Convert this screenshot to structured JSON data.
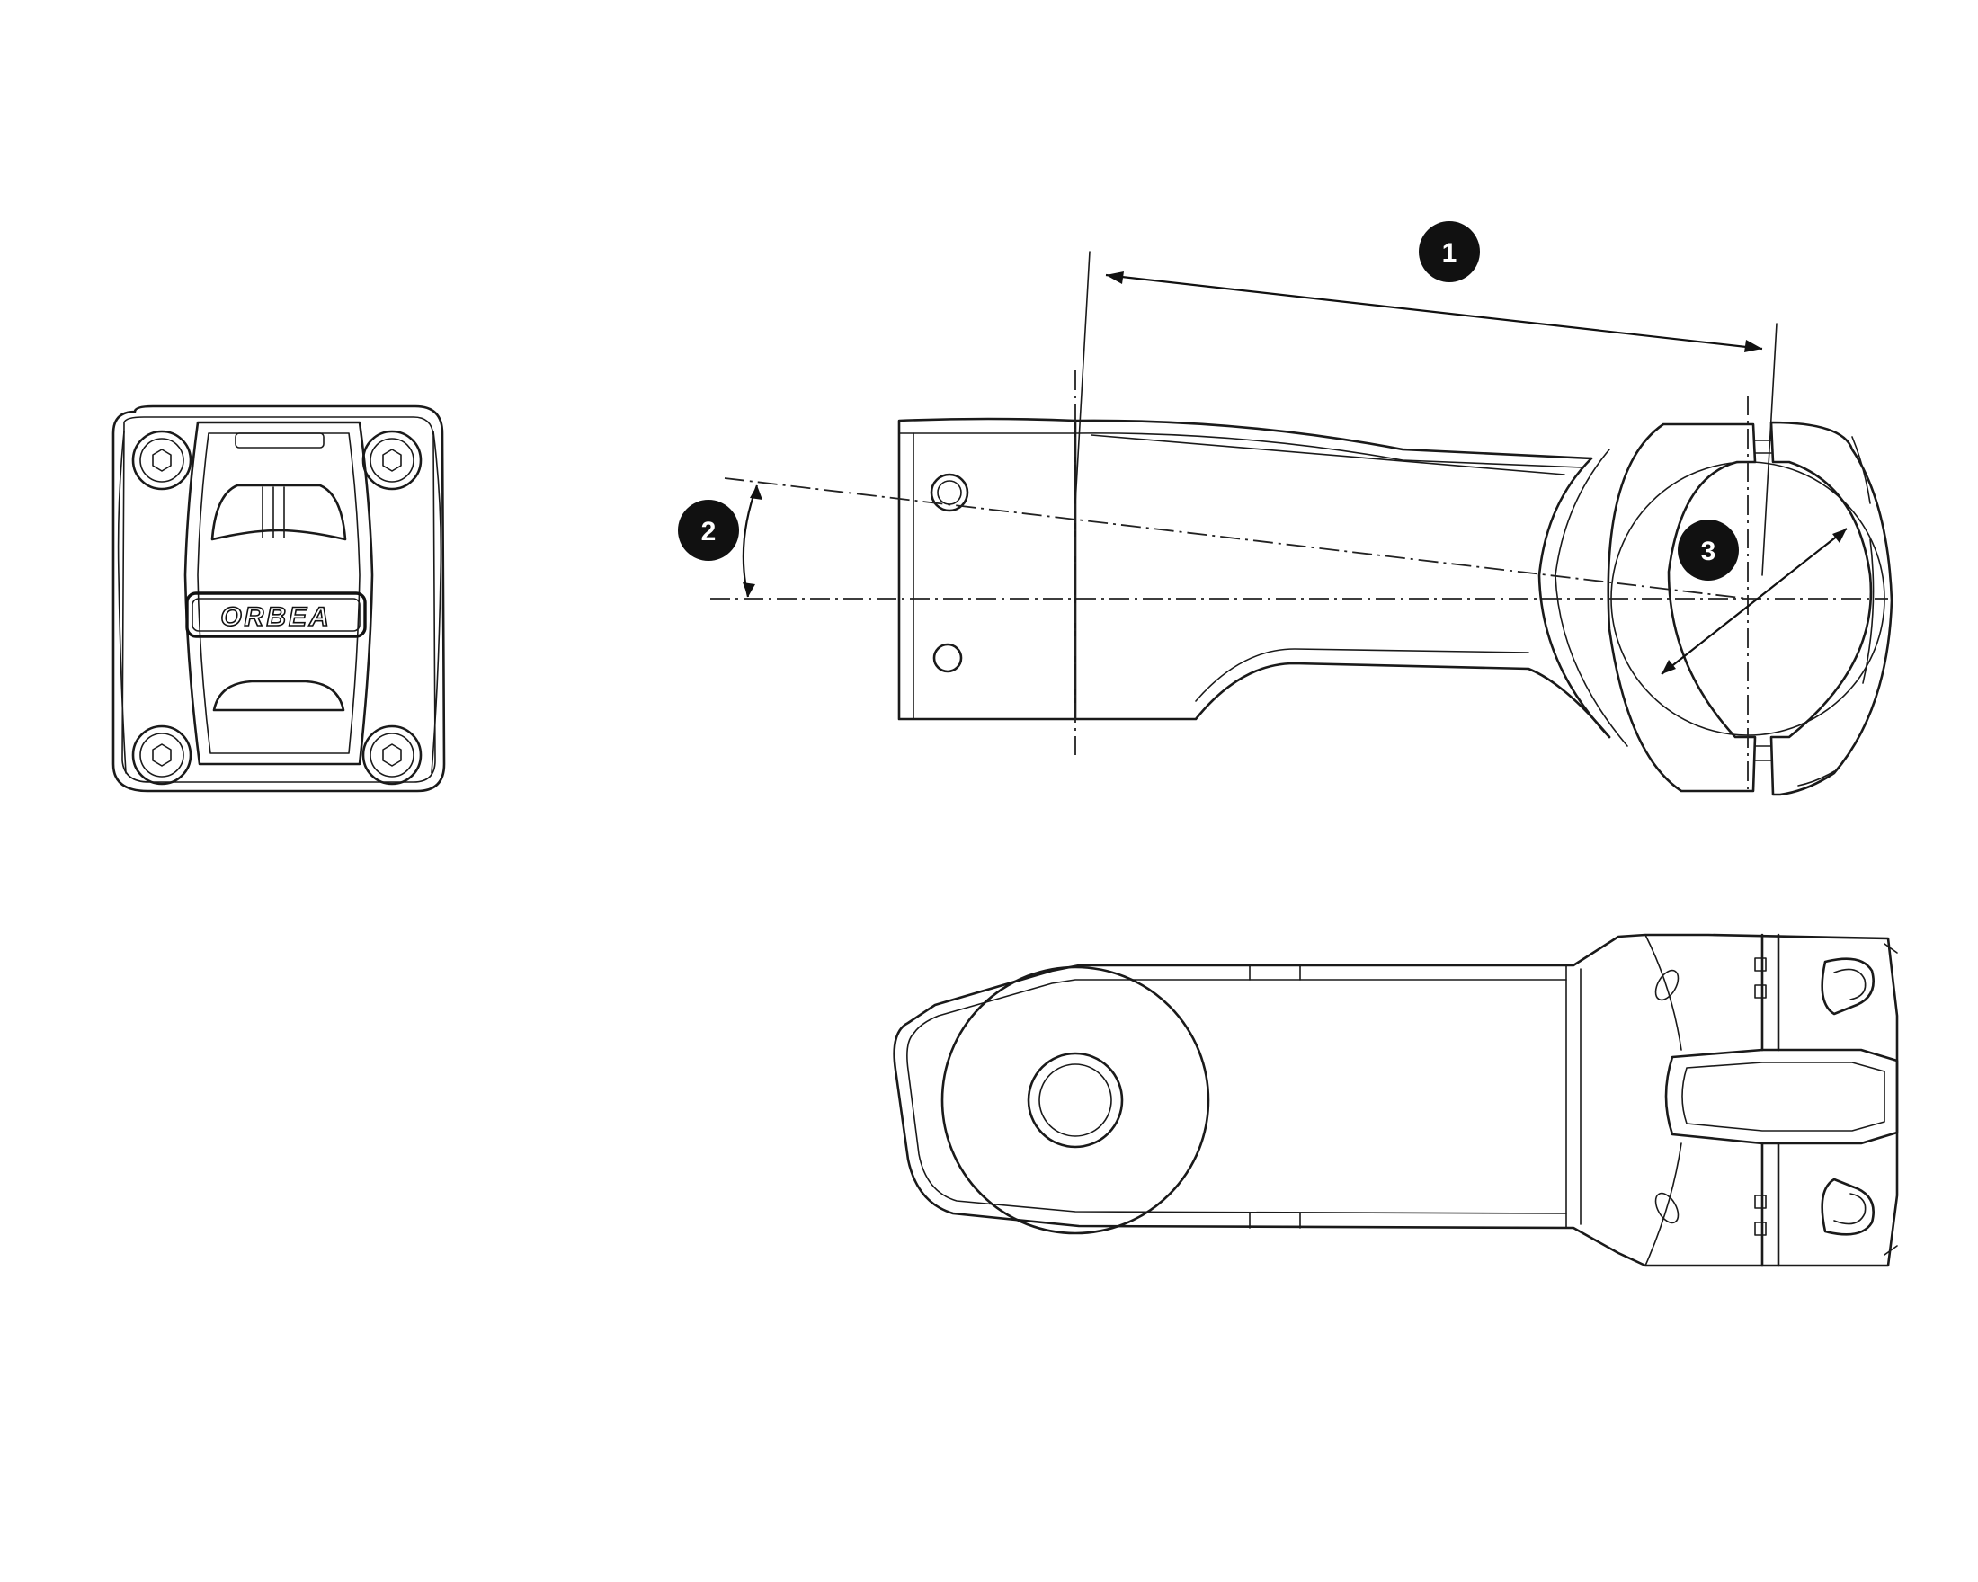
{
  "brand": {
    "logo_text": "ORBEA"
  },
  "callouts": [
    {
      "id": "1",
      "label": "1"
    },
    {
      "id": "2",
      "label": "2"
    },
    {
      "id": "3",
      "label": "3"
    }
  ],
  "colors": {
    "line": "#1a1a1a",
    "badge": "#111111",
    "background": "#ffffff"
  }
}
